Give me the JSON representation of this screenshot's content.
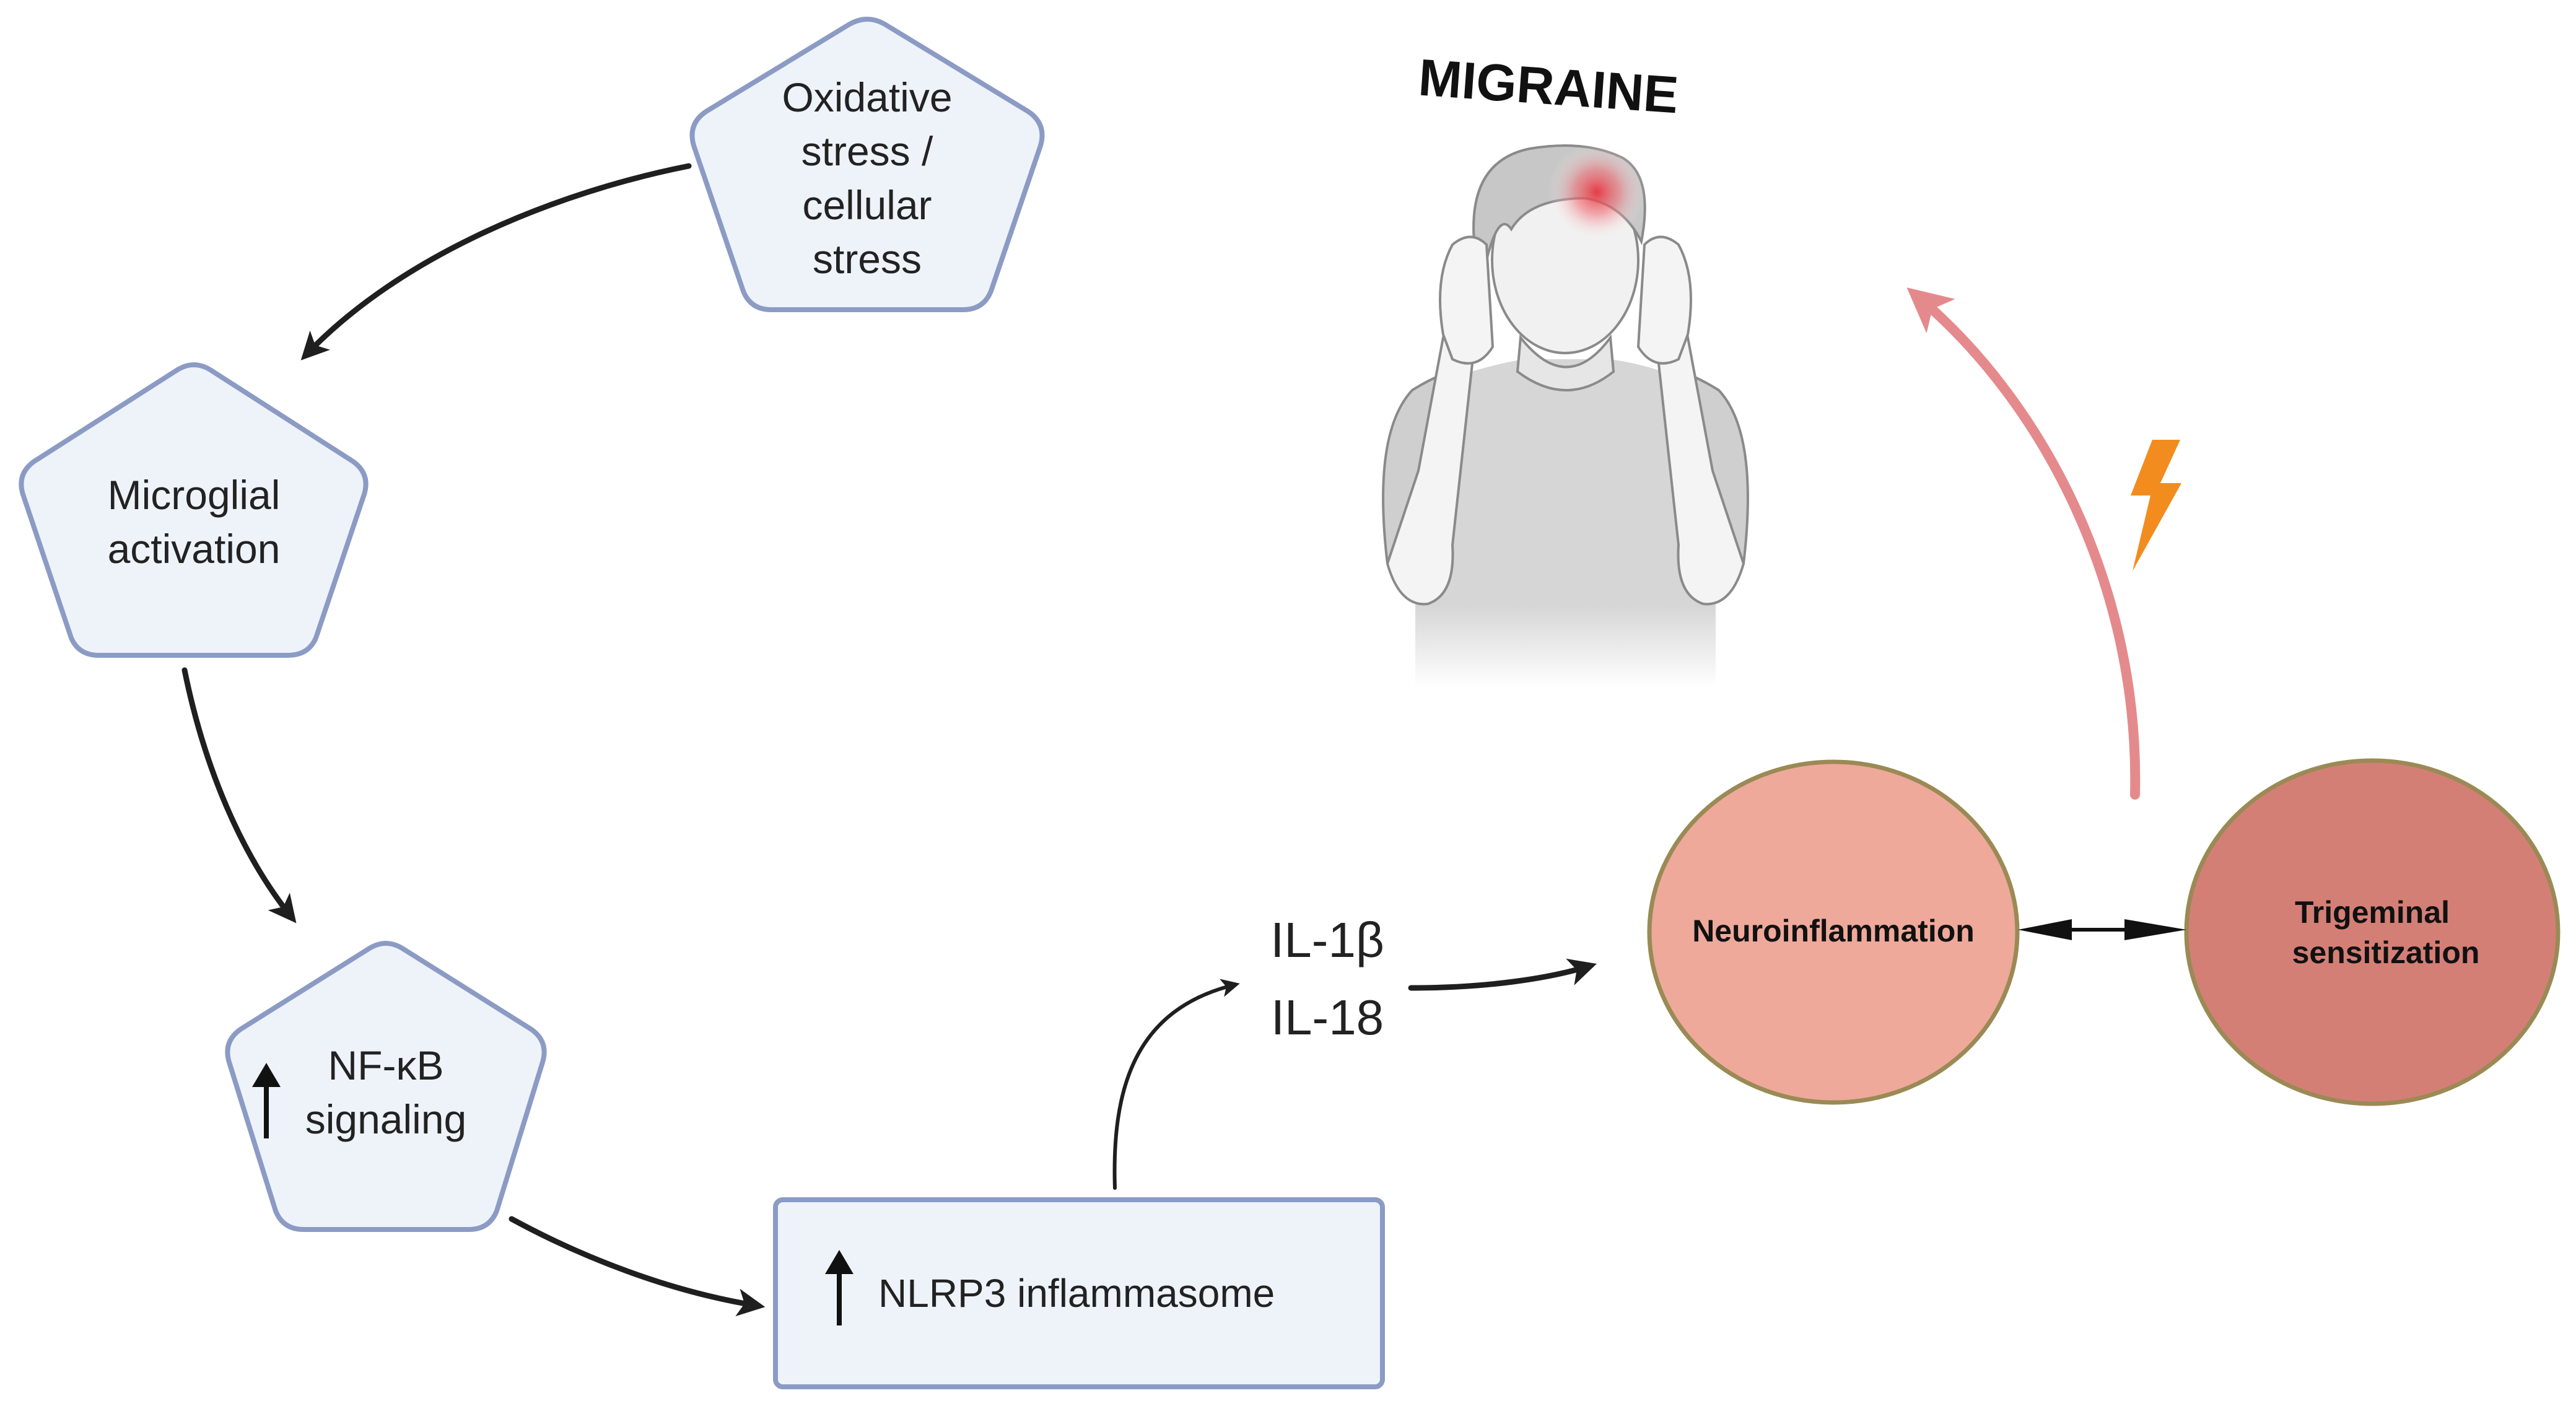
{
  "nodes": {
    "oxidative": {
      "lines": [
        "Oxidative",
        "stress /",
        "cellular",
        "stress"
      ]
    },
    "microglial": {
      "lines": [
        "Microglial",
        "activation"
      ]
    },
    "nfkb": {
      "lines": [
        "NF-κB",
        "signaling"
      ],
      "indicator": "up-arrow-icon"
    },
    "nlrp3": {
      "label": "NLRP3 inflammasome",
      "indicator": "up-arrow-icon"
    },
    "cytokines": {
      "lines": [
        "IL-1β",
        "IL-18"
      ]
    },
    "neuroinflammation": {
      "label": "Neuroinflammation"
    },
    "trigeminal": {
      "lines": [
        "Trigeminal",
        "sensitization"
      ]
    },
    "migraine": {
      "label": "MIGRAINE",
      "figure": "person-headache-icon",
      "pain_marker": "pain-glow-icon"
    }
  },
  "icons": {
    "lightning": "lightning-bolt-icon"
  },
  "colors": {
    "shape_fill": "#eef3fa",
    "shape_stroke": "#8b9bc4",
    "neuroinflammation_fill": "#eea99a",
    "trigeminal_fill": "#d47f76",
    "circle_stroke": "#9a8a55",
    "migraine_arrow": "#e58a8c",
    "lightning": "#f28c1e",
    "pain": "#e8343f"
  }
}
